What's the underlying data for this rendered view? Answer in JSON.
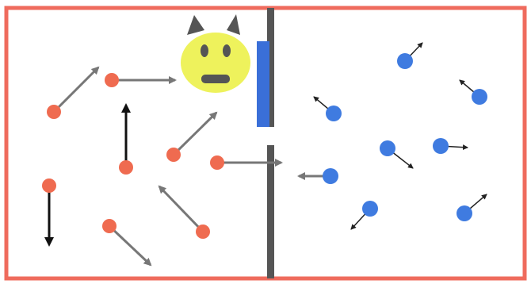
{
  "colors": {
    "background": "#ffffff",
    "box_border": "#ef6b5d",
    "divider": "#555555",
    "door": "#3a6fd8",
    "hot_particle": "#ef6b50",
    "cold_particle": "#3f7be0",
    "fast_arrow": "#777777",
    "highlight_arrow": "#111111",
    "small_arrow": "#222222",
    "demon_face": "#eef25c",
    "demon_horn": "#555555",
    "demon_feature": "#555555"
  },
  "icons": {
    "demon": "demon-face-icon",
    "door": "door-icon",
    "particle": "molecule-icon"
  },
  "chambers": [
    "left-chamber-hot",
    "right-chamber-cold"
  ],
  "door_state": "open"
}
